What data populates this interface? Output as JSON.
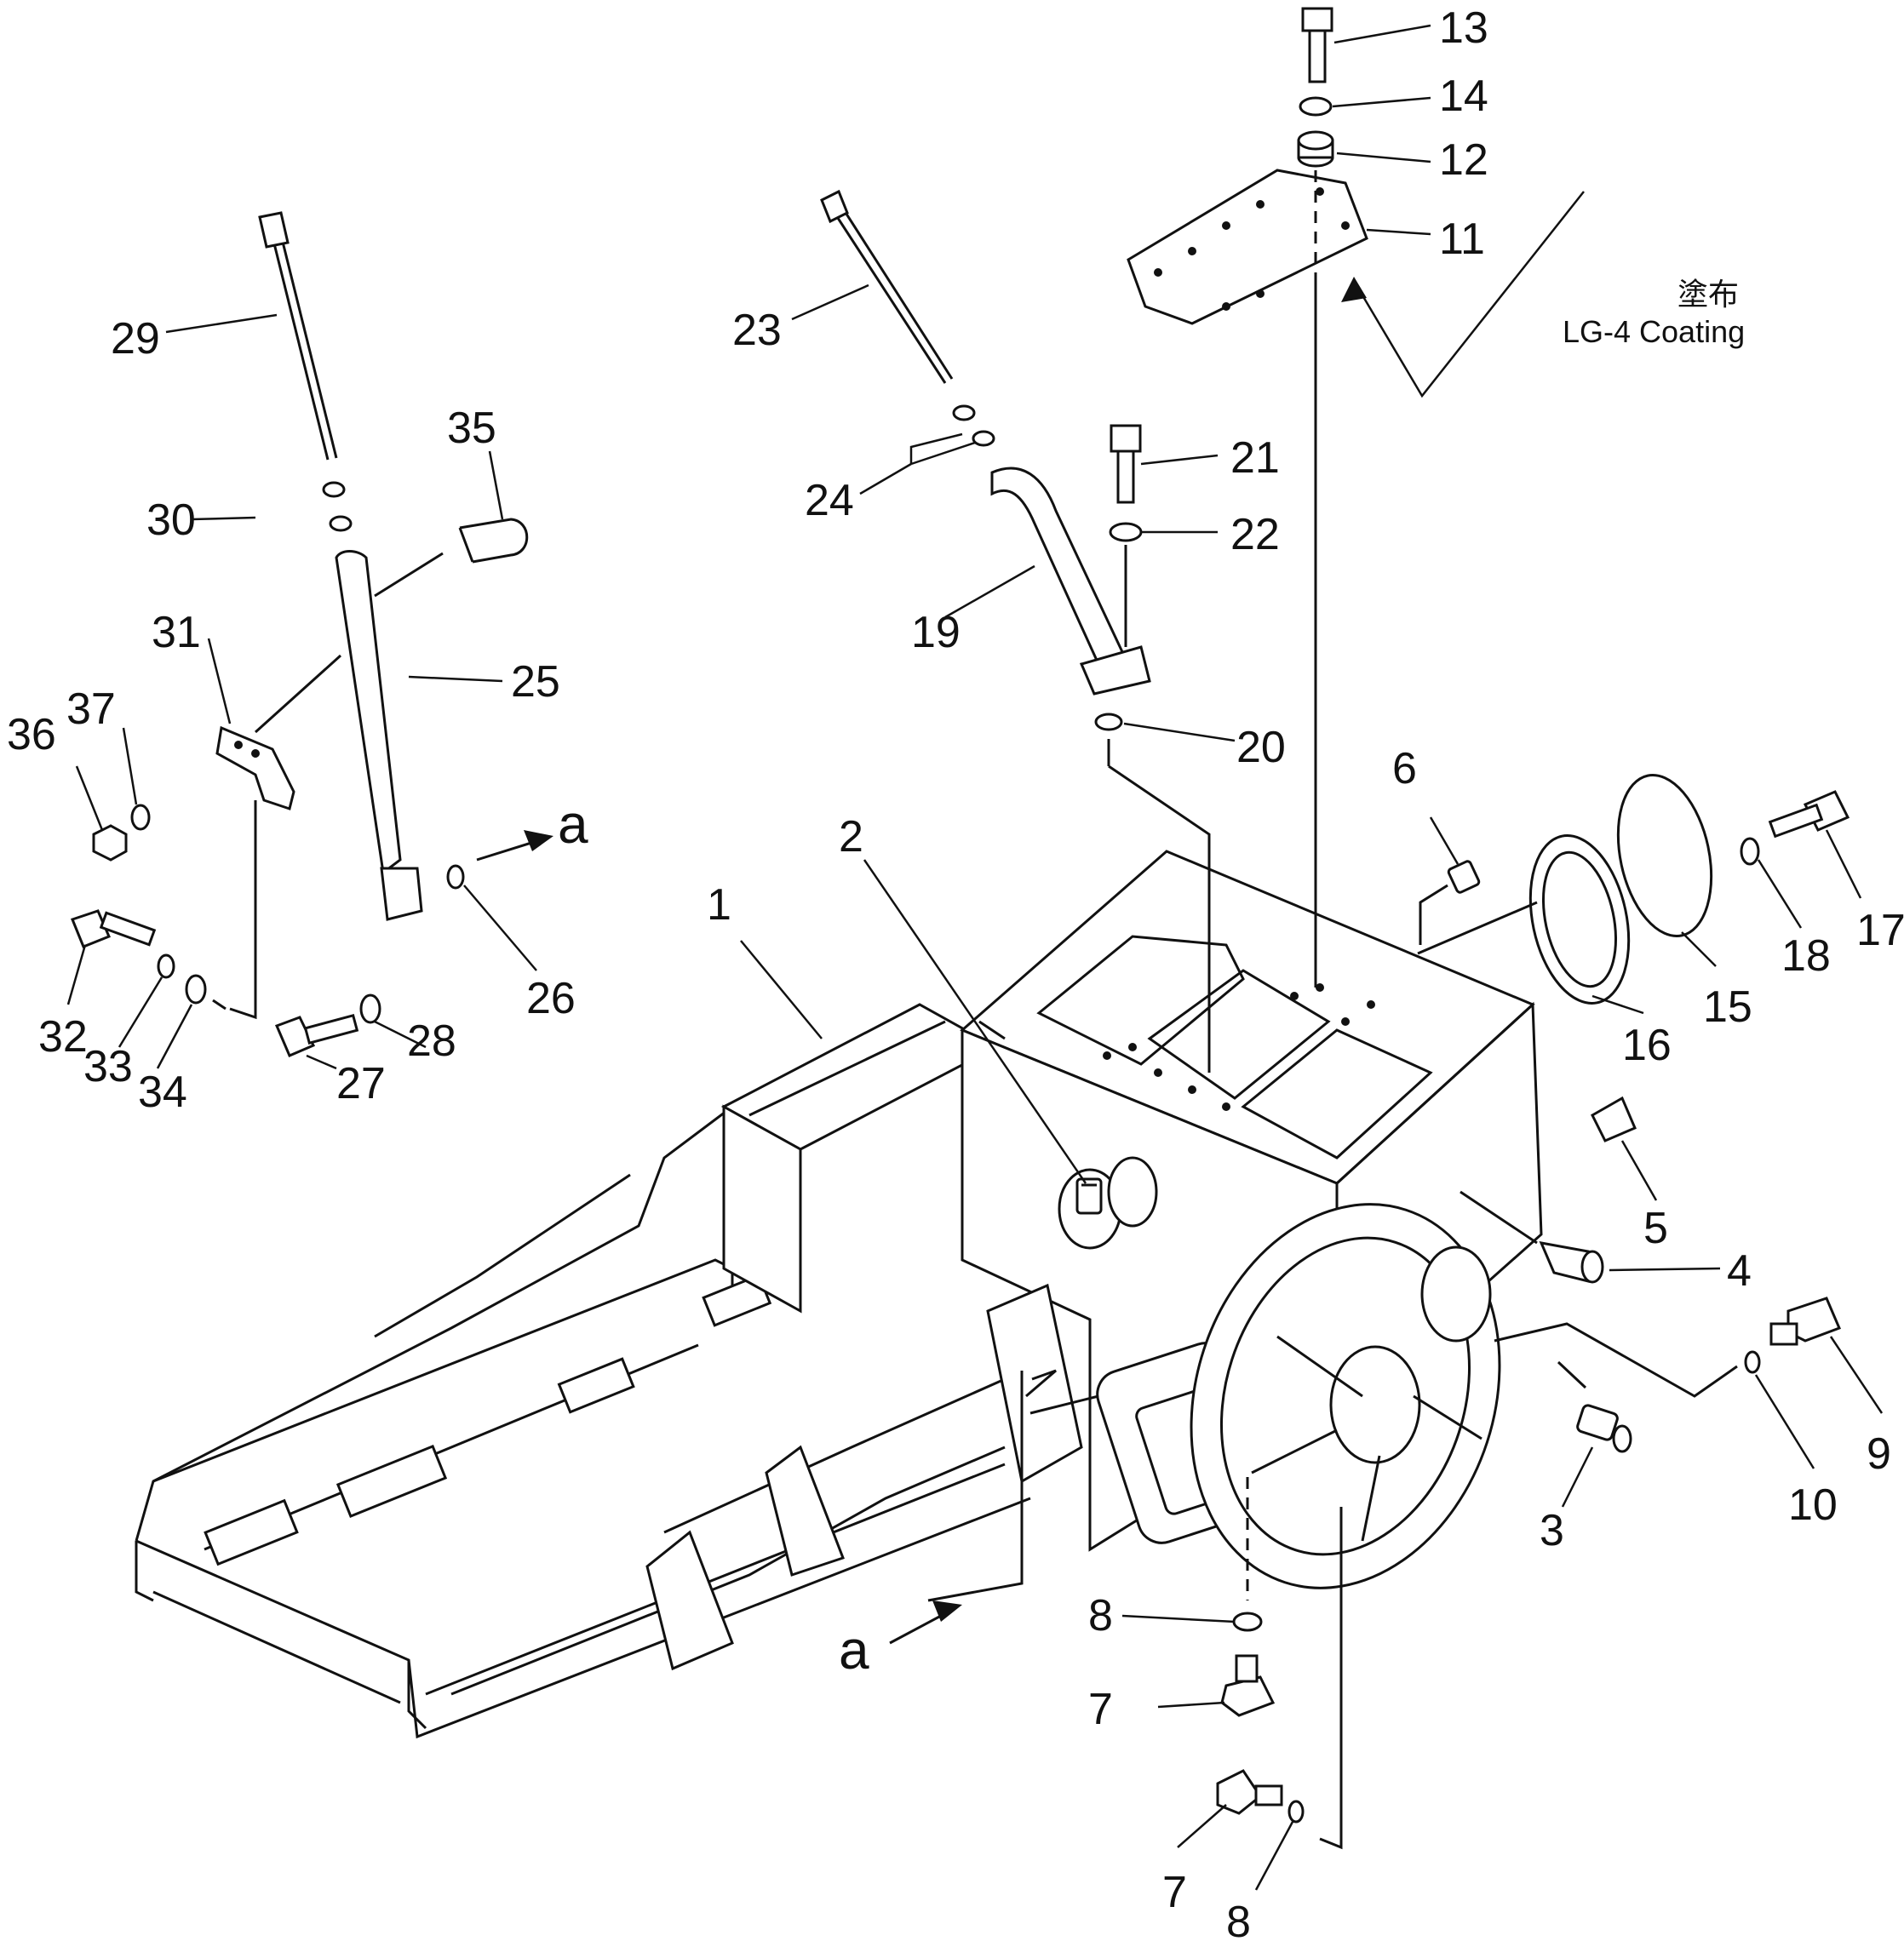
{
  "labels": {
    "p1": "1",
    "p2": "2",
    "p3": "3",
    "p4": "4",
    "p5": "5",
    "p6": "6",
    "p7a": "7",
    "p7b": "7",
    "p8a": "8",
    "p8b": "8",
    "p9": "9",
    "p10": "10",
    "p11": "11",
    "p12": "12",
    "p13": "13",
    "p14": "14",
    "p15": "15",
    "p16": "16",
    "p17": "17",
    "p18": "18",
    "p19": "19",
    "p20": "20",
    "p21": "21",
    "p22": "22",
    "p23": "23",
    "p24": "24",
    "p25": "25",
    "p26": "26",
    "p27": "27",
    "p28": "28",
    "p29": "29",
    "p30": "30",
    "p31": "31",
    "p32": "32",
    "p33": "33",
    "p34": "34",
    "p35": "35",
    "p36": "36",
    "p37": "37",
    "view_a_top": "a",
    "view_a_bottom": "a"
  },
  "annotation": {
    "japanese": "塗布",
    "english": "LG-4 Coating"
  }
}
